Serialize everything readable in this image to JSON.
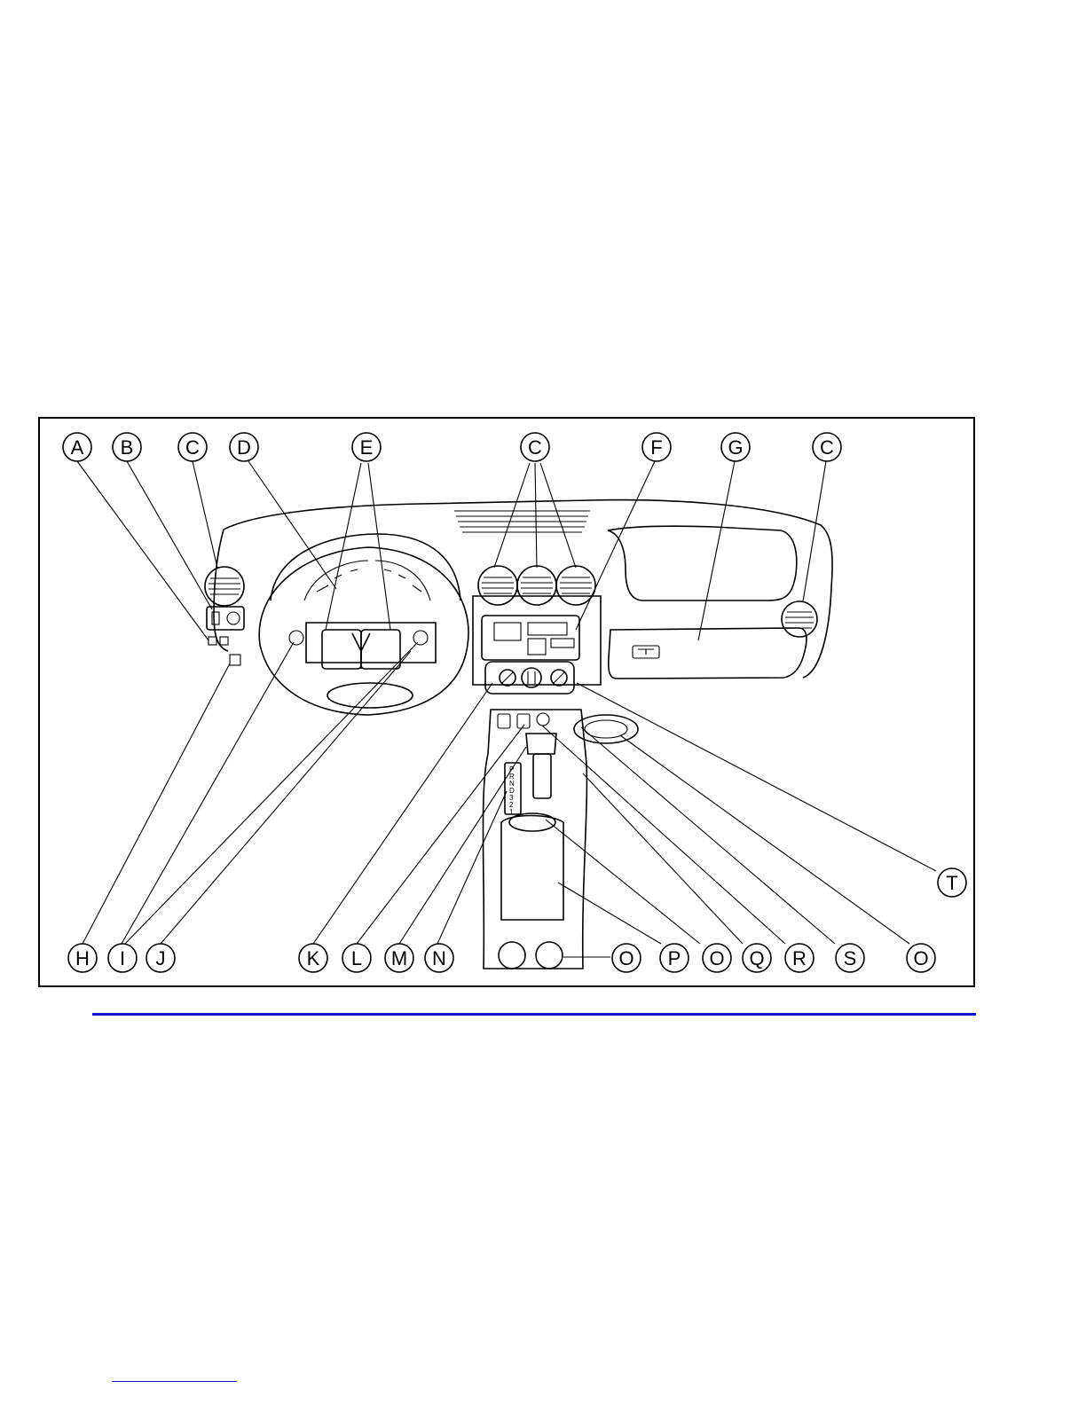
{
  "figure": {
    "callouts_top": [
      "A",
      "B",
      "C",
      "D",
      "E",
      "C",
      "F",
      "G",
      "C"
    ],
    "callouts_bottom": [
      "H",
      "I",
      "J",
      "K",
      "L",
      "M",
      "N",
      "O",
      "P",
      "O",
      "Q",
      "R",
      "S",
      "O"
    ],
    "callout_right": "T",
    "shifter_gate": [
      "P",
      "R",
      "N",
      "D",
      "3",
      "2",
      "1"
    ]
  },
  "colors": {
    "rule": "#1515c8",
    "ink": "#000000"
  }
}
